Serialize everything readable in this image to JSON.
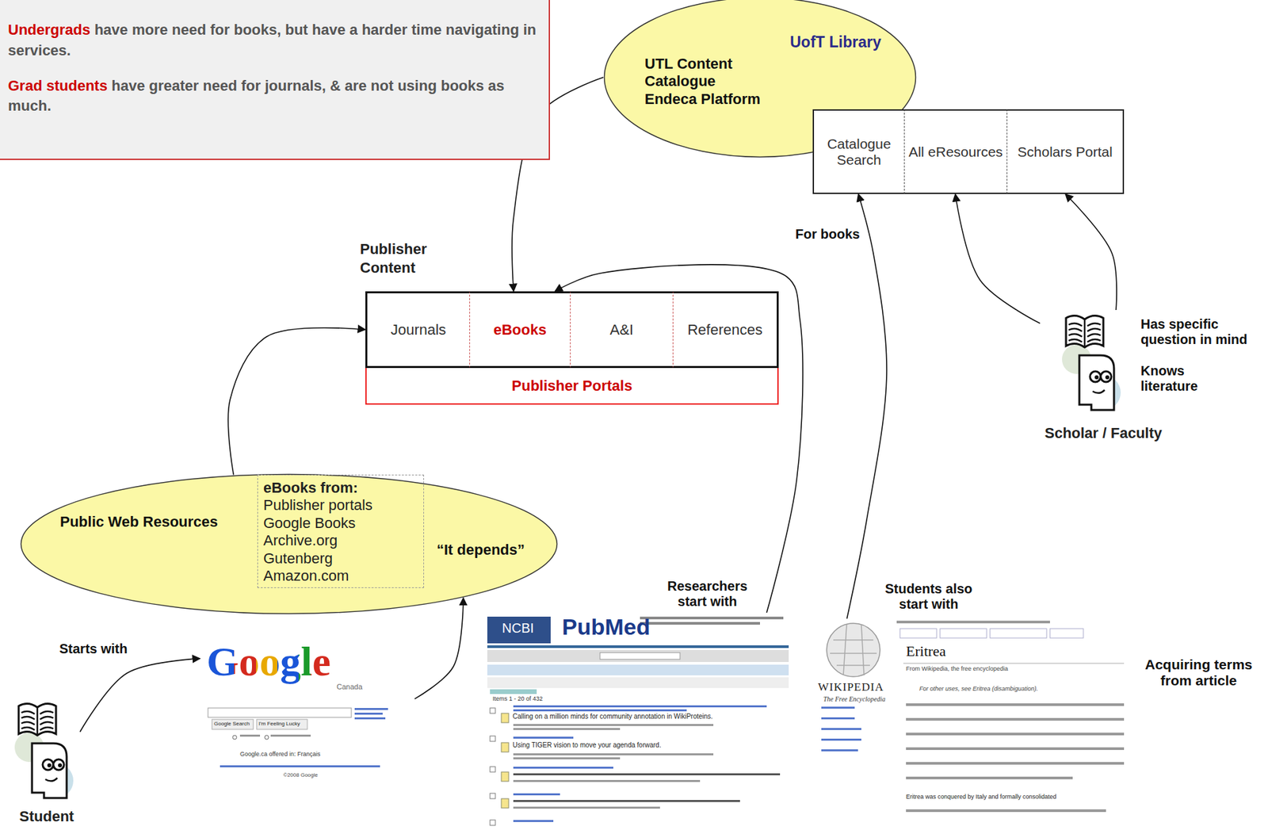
{
  "diagram": {
    "nodes": [
      {
        "text": [
          "Undergrads",
          "have more need for books, but have a harder time navigating in services.",
          "Grad students",
          "have greater need for journals, & are not using books as much."
        ]
      },
      {
        "text": [
          "UofT Library",
          "UTL Content Catalogue Endeca Platform"
        ]
      },
      {
        "text": [
          "Catalogue Search"
        ]
      },
      {
        "text": [
          "All eResources"
        ]
      },
      {
        "text": [
          "Scholars Portal"
        ]
      },
      {
        "text": [
          "Publisher Content"
        ]
      },
      {
        "text": [
          "Journals"
        ],
        "in": 5
      },
      {
        "text": [
          "eBooks"
        ],
        "in": 5
      },
      {
        "text": [
          "A&I"
        ],
        "in": 5
      },
      {
        "text": [
          "References"
        ],
        "in": 5
      },
      {
        "text": [
          "Publisher Portals"
        ],
        "in": 5
      },
      {
        "text": [
          "Public Web Resources",
          "“It depends”"
        ]
      },
      {
        "text": [
          "eBooks from:",
          "Publisher portals",
          "Google Books",
          "Archive.org",
          "Gutenberg",
          "Amazon.com"
        ],
        "in": 11
      },
      {
        "text": [
          "Student"
        ]
      },
      {
        "text": [
          "Google",
          "Canada",
          "Google Search",
          "I'm Feeling Lucky",
          "Google.ca offered in: Français",
          "©2008 Google"
        ]
      },
      {
        "text": [
          "NCBI",
          "PubMed",
          "Items 1 - 20 of 432",
          "Calling on a million minds for community annotation in WikiProteins.",
          "Using TIGER vision to move your agenda forward."
        ]
      },
      {
        "text": [
          "WIKIPEDIA",
          "The Free Encyclopedia",
          "Eritrea",
          "From Wikipedia, the free encyclopedia",
          "For other uses, see Eritrea (disambiguation).",
          "Eritrea was conquered by Italy and formally consolidated"
        ]
      },
      {
        "text": [
          "Scholar / Faculty"
        ]
      }
    ],
    "edges": [
      {
        "from": 13,
        "to": 14,
        "label": "Starts with",
        "arrow": "to"
      },
      {
        "from": 14,
        "to": 11,
        "arrow": "to"
      },
      {
        "from": 11,
        "to": 6,
        "arrow": "to"
      },
      {
        "from": 15,
        "to": 7,
        "label": "Researchers start with",
        "arrow": "to"
      },
      {
        "from": 16,
        "to": 2,
        "label": "For books",
        "arrow": "to"
      },
      {
        "from": 17,
        "to": 3,
        "arrow": "to"
      },
      {
        "from": 17,
        "to": 4,
        "arrow": "to"
      },
      {
        "from": 1,
        "to": 7,
        "arrow": "to"
      }
    ],
    "labels": [
      "Students also start with",
      "Acquiring terms from article",
      "Has specific question in mind",
      "Knows literature"
    ]
  }
}
